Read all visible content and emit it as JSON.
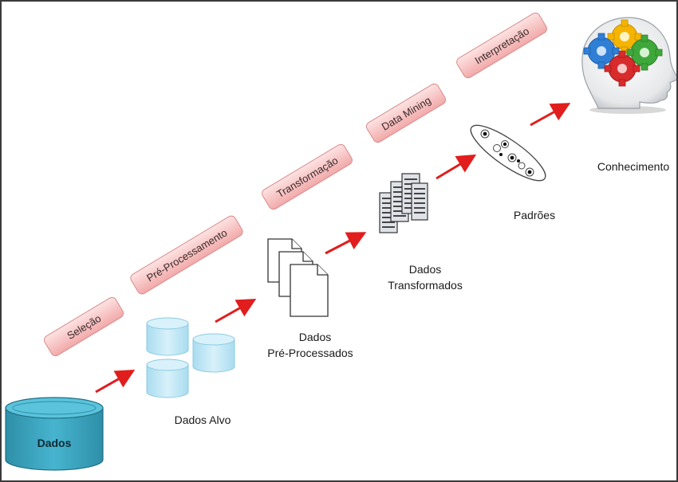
{
  "stages": [
    {
      "id": "selecao",
      "label": "Seleção"
    },
    {
      "id": "pre-processamento",
      "label": "Pré-Processamento"
    },
    {
      "id": "transformacao",
      "label": "Transformação"
    },
    {
      "id": "data-mining",
      "label": "Data Mining"
    },
    {
      "id": "interpretacao",
      "label": "Interpretação"
    }
  ],
  "items": {
    "dados": "Dados",
    "dados_alvo": "Dados Alvo",
    "dados_pre": [
      "Dados",
      "Pré-Processados"
    ],
    "dados_trans": [
      "Dados",
      "Transformados"
    ],
    "padroes": "Padrões",
    "conhecimento": "Conhecimento"
  },
  "icons": {
    "database": "database-cylinder-icon",
    "target_data": "stacked-cylinders-icon",
    "documents": "documents-stack-icon",
    "transformed": "data-sheets-icon",
    "patterns": "patterns-ellipse-icon",
    "knowledge": "head-gears-icon",
    "arrow": "red-arrow-icon"
  },
  "colors": {
    "stage_fill_top": "#fde3e3",
    "stage_fill_bottom": "#f2a9a9",
    "stage_border": "#d98b8b",
    "arrow": "#e11d1d",
    "database": "#3aa3bd",
    "cylinder": "#bfe6f5",
    "gear_blue": "#2f7fd6",
    "gear_yellow": "#f5b400",
    "gear_green": "#3fa83a",
    "gear_red": "#d82b2b"
  }
}
